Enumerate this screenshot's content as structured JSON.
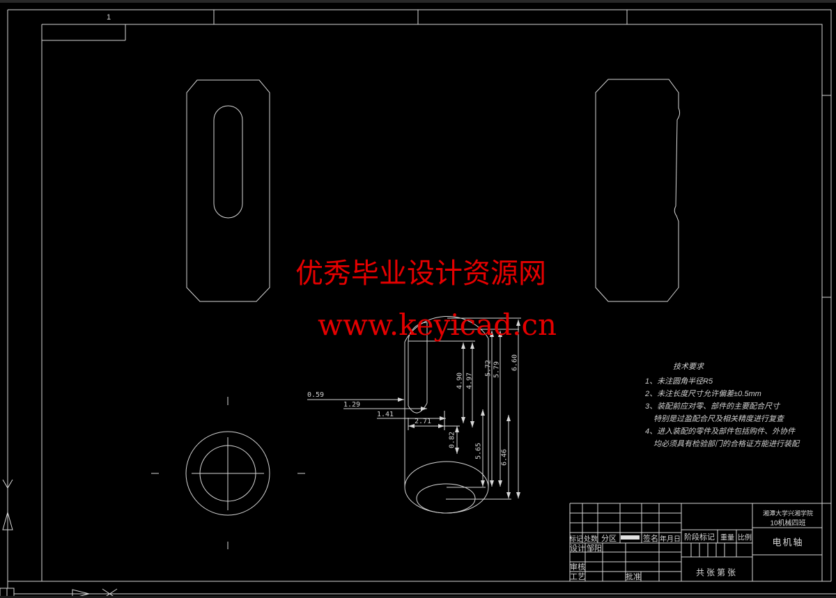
{
  "canvas": {
    "bg": "#000000",
    "line_color": "#d8d8d8",
    "watermark_red": "#e50000"
  },
  "zone": {
    "label": "1"
  },
  "watermark": {
    "line1": "优秀毕业设计资源网",
    "line2": "www.keyicad.cn"
  },
  "tech": {
    "title": "技术要求",
    "lines": [
      {
        "text": "1、未注圆角半径R5"
      },
      {
        "text": "2、未注长度尺寸允许偏差±0.5mm"
      },
      {
        "text": "3、装配前应对零、部件的主要配合尺寸"
      },
      {
        "text": "特别是过盈配合尺及相关精度进行复查"
      },
      {
        "text": "4、进入装配的零件及部件包括购件、外协件"
      },
      {
        "text": "均必须具有检验部门的合格证方能进行装配"
      }
    ]
  },
  "dims": {
    "d0_59": "0.59",
    "d1_29": "1.29",
    "d1_41": "1.41",
    "d2_71": "2.71",
    "d0_82": "0.82",
    "d4_90": "4.90",
    "d4_97": "4.97",
    "d5_65": "5.65",
    "d5_72": "5.72",
    "d5_79": "5.79",
    "d6_46": "6.46",
    "d6_60": "6.60"
  },
  "title_block": {
    "mark": "标记",
    "count": "处数",
    "zone": "分区",
    "sign": "签名",
    "date": "年月日",
    "design": "设计",
    "designer": "邹阳",
    "check": "审核",
    "process": "工艺",
    "approve": "批准",
    "stage_mark": "阶段标记",
    "weight": "重量",
    "scale": "比例",
    "part_name": "电机轴",
    "sheet_info": "共张第张",
    "school_line1": "湘潭大学兴湘学院",
    "school_line2": "10机械四班"
  }
}
